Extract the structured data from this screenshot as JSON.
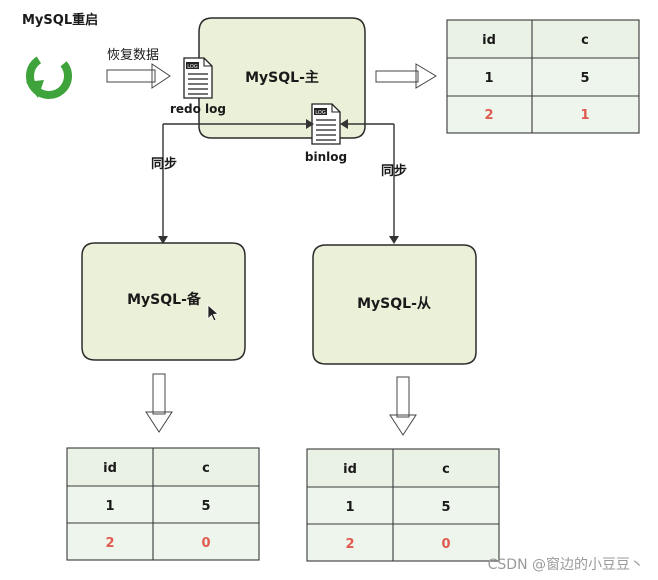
{
  "restart_label": "MySQL重启",
  "recover_label": "恢复数据",
  "redo_log_label": "redo log",
  "binlog_label": "binlog",
  "sync_left_label": "同步",
  "sync_right_label": "同步",
  "nodes": {
    "main": "MySQL-主",
    "standby": "MySQL-备",
    "replica": "MySQL-从"
  },
  "tables": {
    "main": {
      "headers": [
        "id",
        "c"
      ],
      "rows": [
        [
          "1",
          "5"
        ],
        [
          "2",
          "1"
        ]
      ]
    },
    "standby": {
      "headers": [
        "id",
        "c"
      ],
      "rows": [
        [
          "1",
          "5"
        ],
        [
          "2",
          "0"
        ]
      ]
    },
    "replica": {
      "headers": [
        "id",
        "c"
      ],
      "rows": [
        [
          "1",
          "5"
        ],
        [
          "2",
          "0"
        ]
      ]
    }
  },
  "doc_icon_label": "LOG",
  "watermark": "CSDN @窗边的小豆豆丶",
  "colors": {
    "node_fill": "#ebf0d8",
    "table_fill": "#eef5ec",
    "highlight_text": "#e05a4f",
    "restart_icon": "#3fa33c"
  }
}
